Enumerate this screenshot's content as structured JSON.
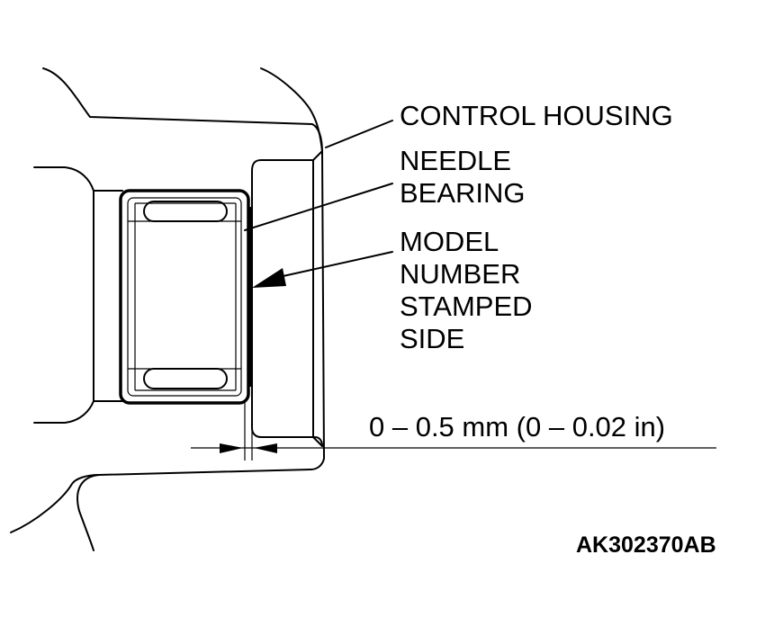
{
  "labels": {
    "control_housing": "CONTROL HOUSING",
    "needle_bearing_line1": "NEEDLE",
    "needle_bearing_line2": "BEARING",
    "model_line1": "MODEL",
    "model_line2": "NUMBER",
    "model_line3": "STAMPED",
    "model_line4": "SIDE",
    "dimension": "0 – 0.5 mm (0 – 0.02 in)"
  },
  "figure_ref": "AK302370AB"
}
